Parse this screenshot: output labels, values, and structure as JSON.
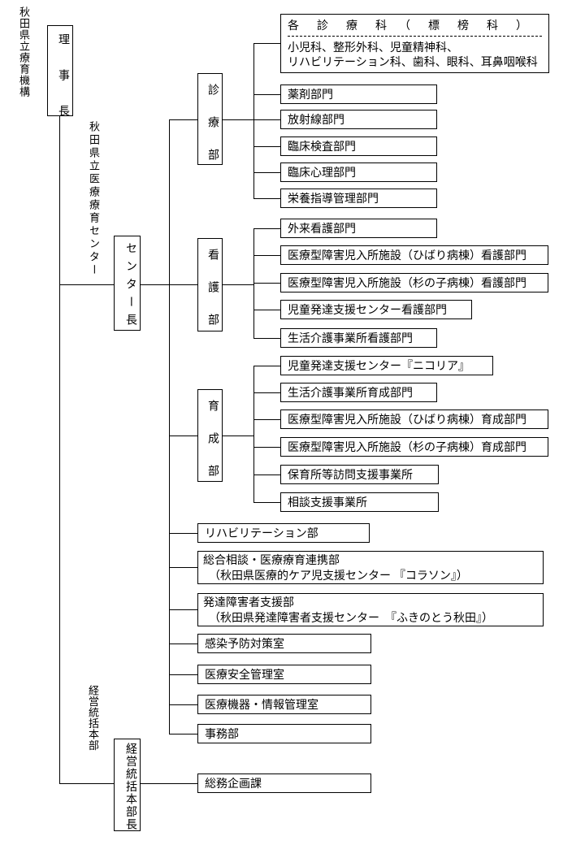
{
  "org_label": "秋田県立療育機構",
  "center_label": "秋田県立医療療育センター",
  "keiei_label": "経営統括本部",
  "chairman": "理事長",
  "center_head": "センター長",
  "keiei_head": "経営統括本部長",
  "clinical_box": {
    "header": "各　診　療　科　（　標　榜　科　）",
    "line1": "小児科、整形外科、児童精神科、",
    "line2": "リハビリテーション科、歯科、眼科、耳鼻咽喉科"
  },
  "departments": {
    "shinryo": {
      "label": "診療部",
      "children": [
        "薬剤部門",
        "放射線部門",
        "臨床検査部門",
        "臨床心理部門",
        "栄養指導管理部門"
      ]
    },
    "kango": {
      "label": "看護部",
      "children": [
        "外来看護部門",
        "医療型障害児入所施設（ひばり病棟）看護部門",
        "医療型障害児入所施設（杉の子病棟）看護部門",
        "児童発達支援センター看護部門",
        "生活介護事業所看護部門"
      ]
    },
    "ikusei": {
      "label": "育成部",
      "children": [
        "児童発達支援センター『ニコリア』",
        "生活介護事業所育成部門",
        "医療型障害児入所施設（ひばり病棟）育成部門",
        "医療型障害児入所施設（杉の子病棟）育成部門",
        "保育所等訪問支援事業所",
        "相談支援事業所"
      ]
    }
  },
  "direct_units": {
    "rehab": "リハビリテーション部",
    "sogo_line1": "総合相談・医療療育連携部",
    "sogo_line2": "（秋田県医療的ケア児支援センター 『コラソン』）",
    "hattatsu_line1": "発達障害者支援部",
    "hattatsu_line2": "（秋田県発達障害者支援センター　『ふきのとう秋田』）",
    "kansen": "感染予防対策室",
    "anzen": "医療安全管理室",
    "kiki": "医療機器・情報管理室",
    "jimu": "事務部"
  },
  "soumu": "総務企画課"
}
